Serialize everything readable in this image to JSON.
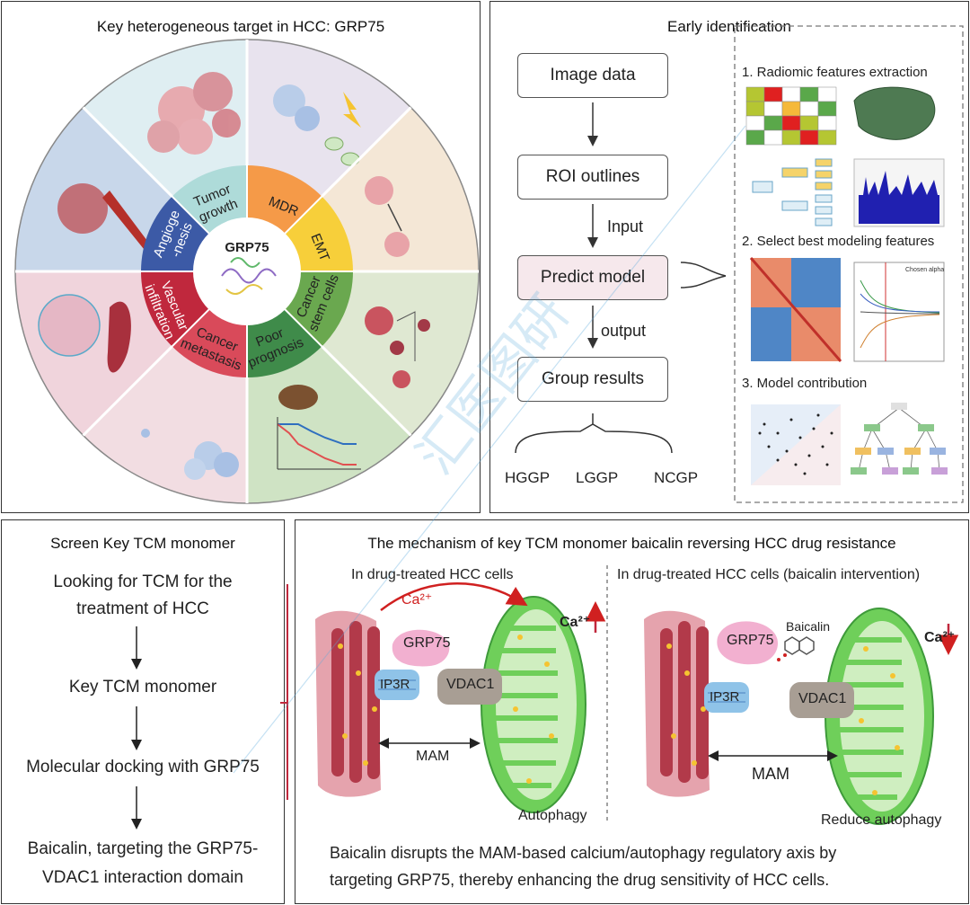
{
  "panel_a": {
    "title": "Key heterogeneous target in HCC: GRP75",
    "center": "GRP75",
    "segments": {
      "tumor_growth": [
        "Tumor",
        "growth"
      ],
      "mdr": "MDR",
      "emt": "EMT",
      "cancer_stem_cells": [
        "Cancer",
        "stem cells"
      ],
      "poor_prognosis": [
        "Poor",
        "prognosis"
      ],
      "cancer_metastasis": [
        "Cancer",
        "metastasis"
      ],
      "vascular_infiltration": [
        "Vascular",
        "infiltration"
      ],
      "angiogenesis": [
        "Angioge",
        "-nesis"
      ]
    },
    "colors": {
      "tumor_growth": "#aedbd9",
      "mdr": "#f59a48",
      "emt": "#f7cf3a",
      "cancer_stem_cells": "#6aa84f",
      "poor_prognosis": "#3f8b4a",
      "cancer_metastasis": "#d94a5a",
      "vascular_infiltration": "#c0283d",
      "angiogenesis": "#3c5aa6"
    }
  },
  "panel_b": {
    "title": "Early identification",
    "steps": [
      "Image data",
      "ROI outlines",
      "Predict model",
      "Group results"
    ],
    "input_label": "Input",
    "output_label": "output",
    "groups": [
      "HGGP",
      "LGGP",
      "NCGP"
    ],
    "sub1": "1. Radiomic features extraction",
    "sub2": "2. Select best modeling features",
    "sub3": "3. Model contribution",
    "mini_legend": "Chosen alpha"
  },
  "panel_c": {
    "title": "Screen Key TCM monomer",
    "steps": [
      [
        "Looking for TCM for the",
        "treatment of HCC"
      ],
      [
        "Key TCM monomer"
      ],
      [
        "Molecular docking with GRP75"
      ],
      [
        "Baicalin, targeting the GRP75-",
        "VDAC1 interaction domain"
      ]
    ]
  },
  "panel_d": {
    "title": "The mechanism of key TCM monomer baicalin reversing HCC drug resistance",
    "left_title": "In drug-treated HCC cells",
    "right_title": "In drug-treated HCC cells (baicalin intervention)",
    "ca": "Ca²⁺",
    "grp75": "GRP75",
    "ip3r": "IP3R",
    "vdac1": "VDAC1",
    "mam": "MAM",
    "baicalin": "Baicalin",
    "autophagy": "Autophagy",
    "reduce_autophagy": "Reduce autophagy",
    "caption": [
      "Baicalin disrupts the MAM-based calcium/autophagy regulatory axis by",
      "targeting GRP75, thereby enhancing the drug sensitivity of HCC cells."
    ]
  },
  "watermark": "汇医图研"
}
